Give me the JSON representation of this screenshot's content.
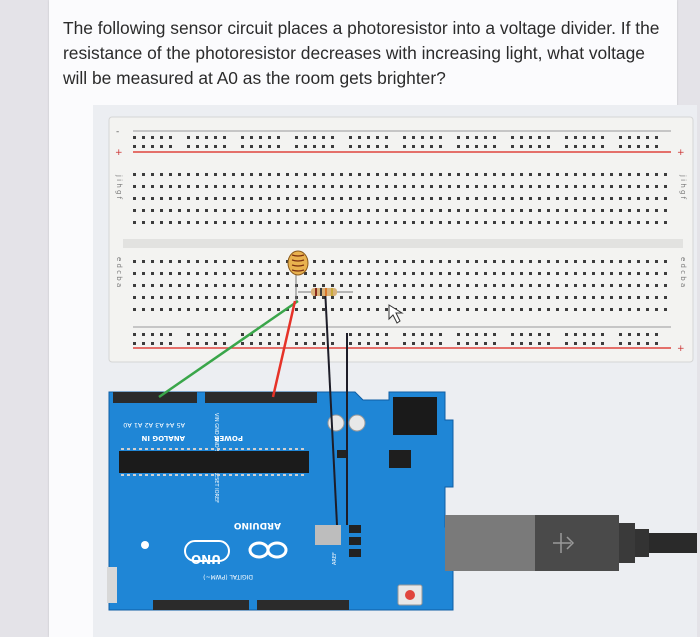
{
  "question": {
    "text": "The following sensor circuit places a photoresistor into a voltage divider. If the resistance of the photoresistor decreases with increasing light, what voltage will be measured at A0 as the room gets brighter?"
  },
  "figure": {
    "breadboard": {
      "rail_plus": "+",
      "rail_minus": "-",
      "row_letters_top": "j i h g f",
      "row_letters_bottom": "e d c b a"
    },
    "arduino": {
      "analog_in_label": "ANALOG IN",
      "analog_pins": "A5 A4 A3 A2 A1 A0",
      "power_label": "POWER",
      "power_pins": "VIN GND GND 5V 3.3V RESET IOREF",
      "board_name": "UNO",
      "brand": "ARDUINO",
      "digital_label": "DIGITAL (PWM~)",
      "aref_label": "AREF"
    },
    "colors": {
      "board": "#1f86d6",
      "board_dark": "#0f5ea4",
      "breadboard": "#f3f3f1",
      "rail_red": "#e0453d",
      "wire_green": "#3aa64a",
      "wire_red": "#e63228",
      "wire_black": "#1d1d28",
      "usb": "#8a8a8a"
    },
    "icons": [
      "photoresistor-icon",
      "resistor-icon",
      "usb-connector-icon",
      "cursor-arrow-icon",
      "infinity-logo-icon"
    ]
  }
}
